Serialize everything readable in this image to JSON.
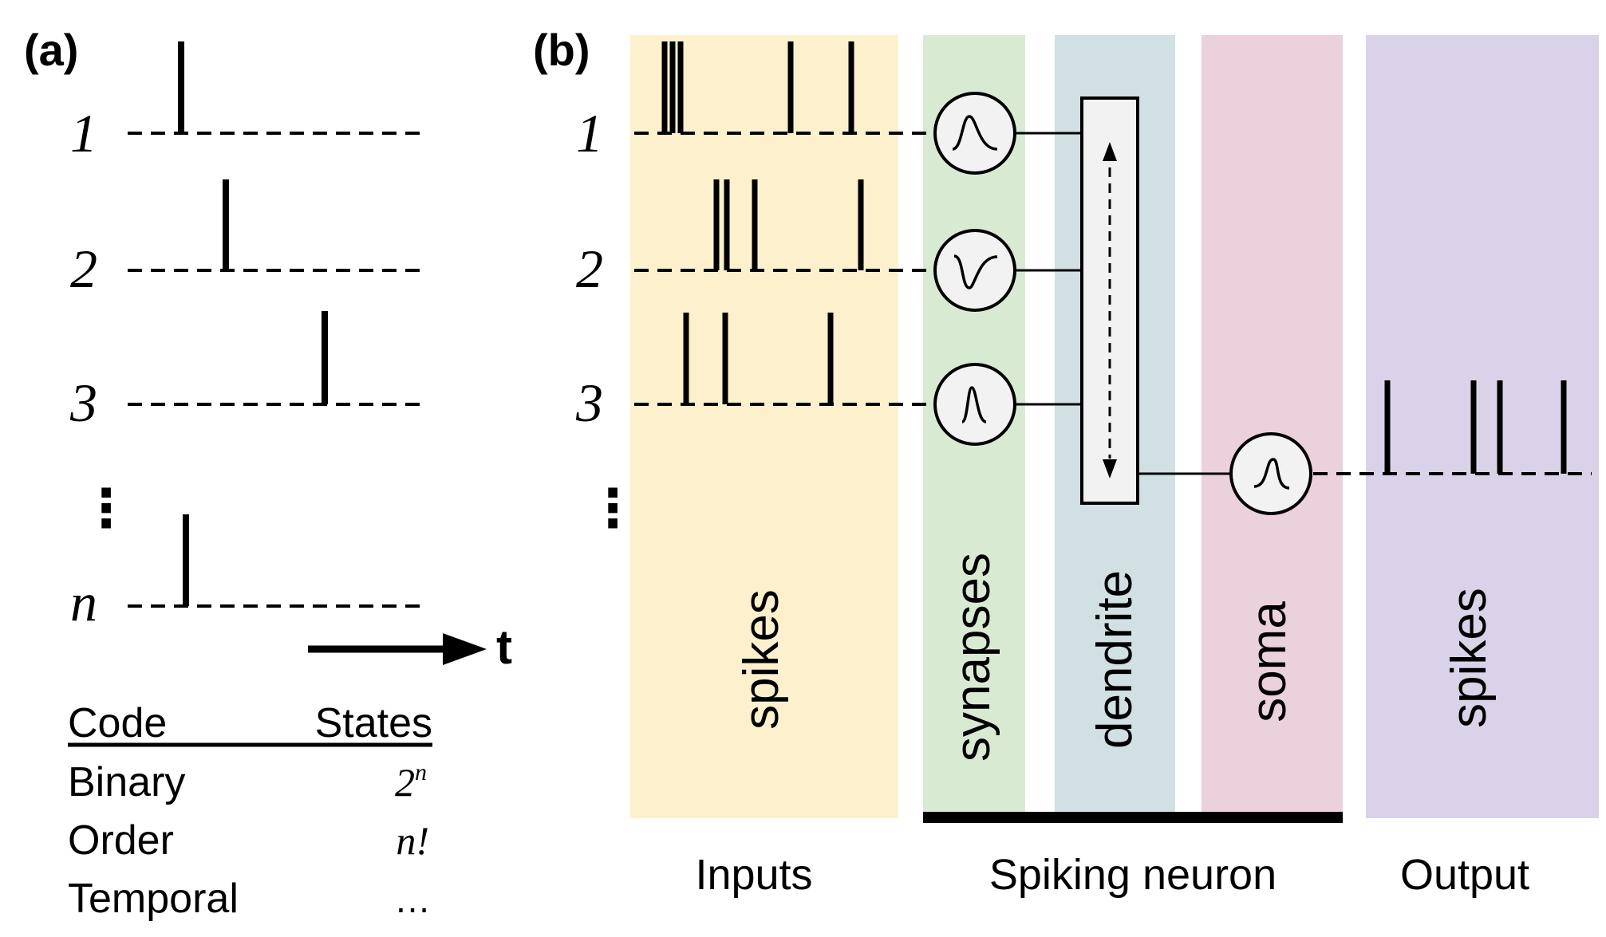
{
  "panel_a": {
    "label": "(a)",
    "rows": [
      "1",
      "2",
      "3",
      "n"
    ],
    "ellipsis": "⋮",
    "time_label": "t",
    "table": {
      "headers": [
        "Code",
        "States"
      ],
      "rows": [
        {
          "code": "Binary",
          "states_base": "2",
          "states_sup": "n"
        },
        {
          "code": "Order",
          "states_base": "n!",
          "states_sup": ""
        },
        {
          "code": "Temporal",
          "states_base": "…",
          "states_sup": ""
        }
      ]
    }
  },
  "panel_b": {
    "label": "(b)",
    "rows": [
      "1",
      "2",
      "3"
    ],
    "ellipsis": "⋮",
    "bands": [
      {
        "key": "inputs",
        "label": "spikes",
        "color": "#fdf0cc"
      },
      {
        "key": "synapses",
        "label": "synapses",
        "color": "#d9ead3"
      },
      {
        "key": "dendrite",
        "label": "dendrite",
        "color": "#d0e0e3"
      },
      {
        "key": "soma",
        "label": "soma",
        "color": "#ead1dc"
      },
      {
        "key": "output",
        "label": "spikes",
        "color": "#d9d2e9"
      }
    ],
    "group_labels": {
      "inputs": "Inputs",
      "neuron": "Spiking neuron",
      "output": "Output"
    }
  }
}
